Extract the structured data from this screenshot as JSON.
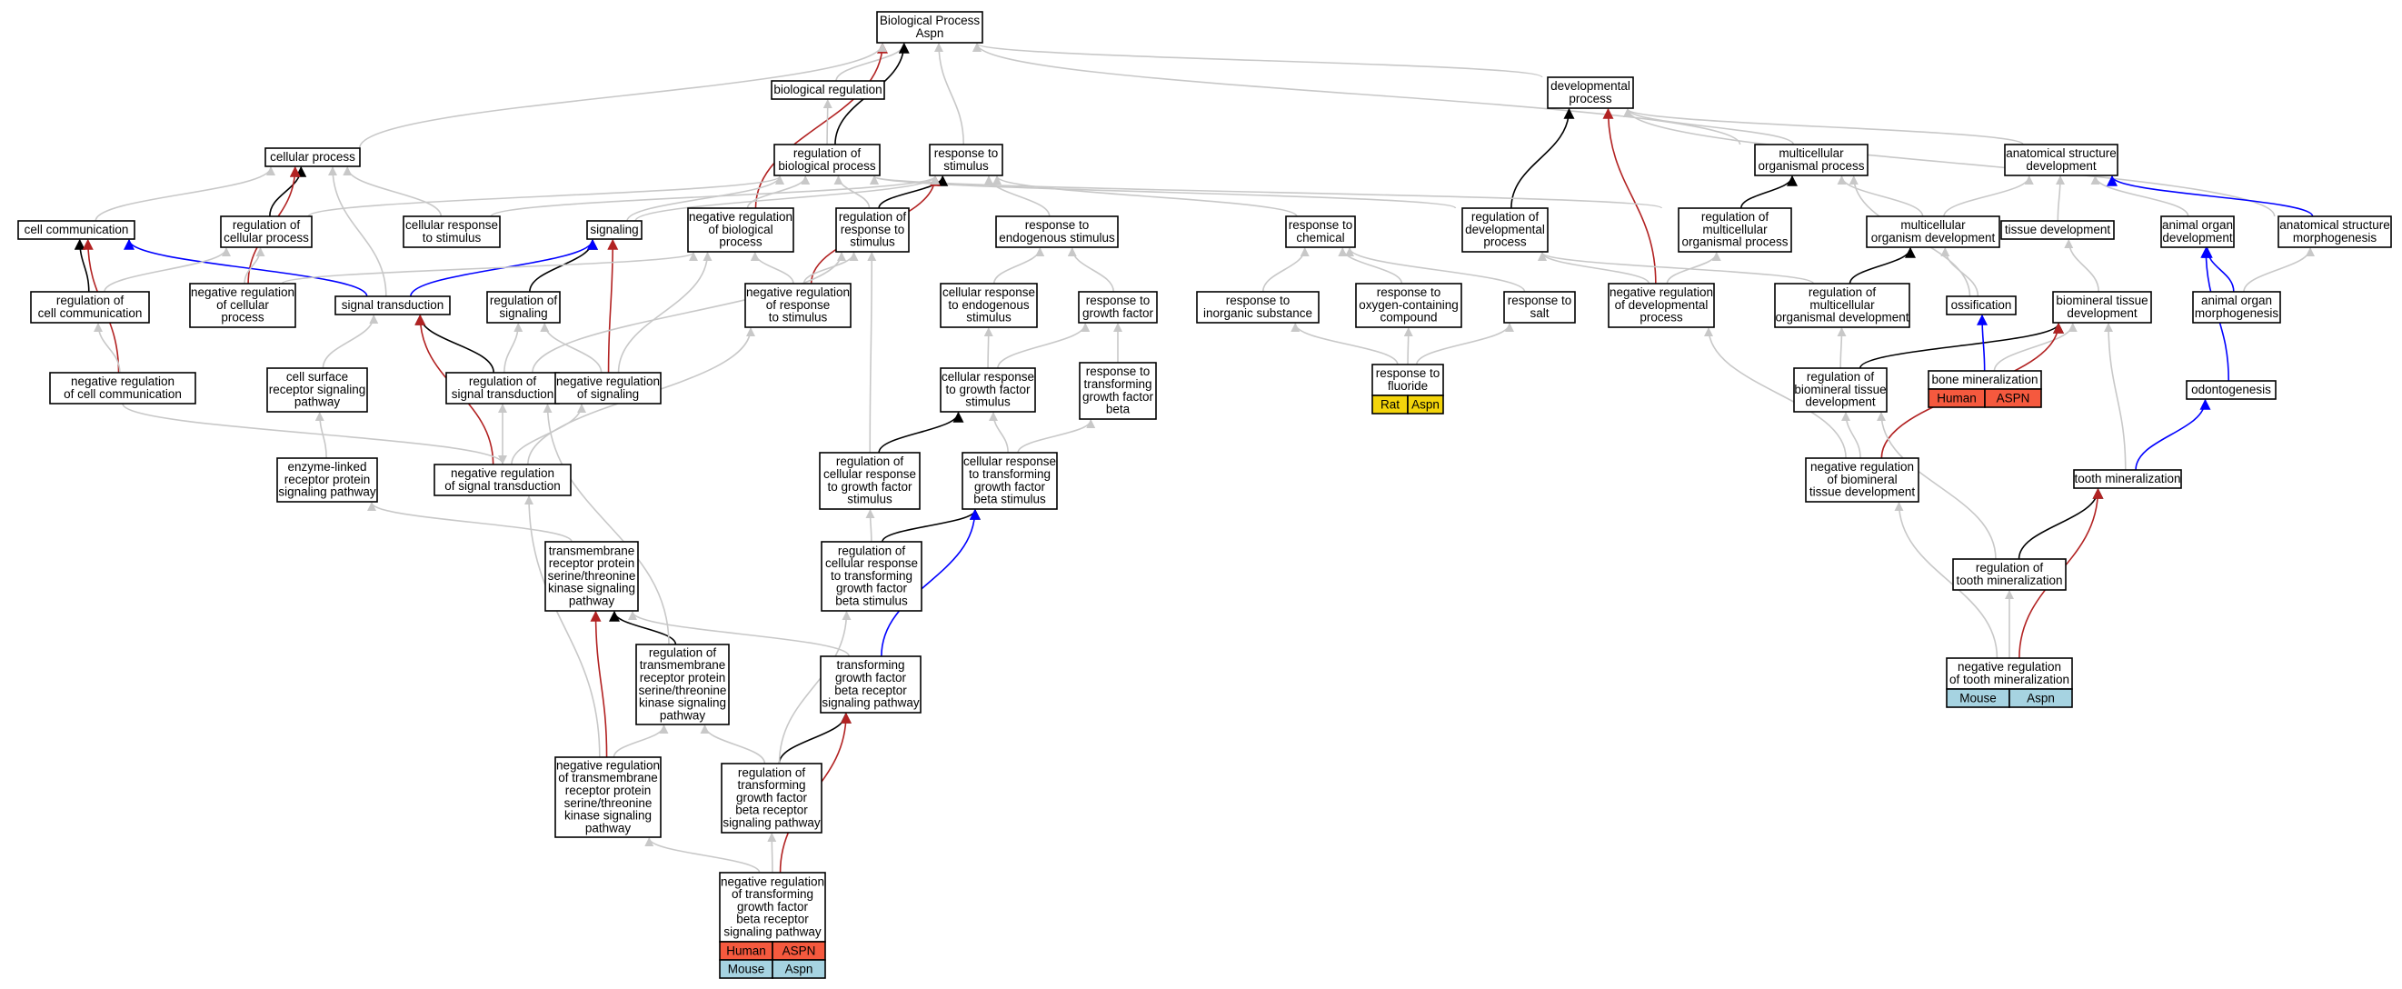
{
  "colors": {
    "is_a": "#c8c8c8",
    "part_of": "#000000",
    "positively_regulates": "#0000ff",
    "negatively_regulates": "#b22222",
    "human": "#f5593e",
    "mouse": "#a6d3e1",
    "rat": "#f3d40b"
  },
  "nodes": [
    {
      "id": "bp",
      "lines": [
        "Biological Process",
        "Aspn"
      ]
    },
    {
      "id": "bioreg",
      "lines": [
        "biological regulation"
      ]
    },
    {
      "id": "devproc",
      "lines": [
        "developmental",
        "process"
      ]
    },
    {
      "id": "cellproc",
      "lines": [
        "cellular process"
      ]
    },
    {
      "id": "regbp",
      "lines": [
        "regulation of",
        "biological process"
      ]
    },
    {
      "id": "resp",
      "lines": [
        "response to",
        "stimulus"
      ]
    },
    {
      "id": "multiorg",
      "lines": [
        "multicellular",
        "organismal process"
      ]
    },
    {
      "id": "anatdev",
      "lines": [
        "anatomical structure",
        "development"
      ]
    },
    {
      "id": "cellcomm",
      "lines": [
        "cell communication"
      ]
    },
    {
      "id": "regcellproc",
      "lines": [
        "regulation of",
        "cellular process"
      ]
    },
    {
      "id": "cellresp",
      "lines": [
        "cellular response",
        "to stimulus"
      ]
    },
    {
      "id": "signaling",
      "lines": [
        "signaling"
      ]
    },
    {
      "id": "negregbp",
      "lines": [
        "negative regulation",
        "of biological",
        "process"
      ]
    },
    {
      "id": "regresp",
      "lines": [
        "regulation of",
        "response to",
        "stimulus"
      ]
    },
    {
      "id": "respendo",
      "lines": [
        "response to",
        "endogenous stimulus"
      ]
    },
    {
      "id": "respchem",
      "lines": [
        "response to",
        "chemical"
      ]
    },
    {
      "id": "regdev",
      "lines": [
        "regulation of",
        "developmental",
        "process"
      ]
    },
    {
      "id": "regmulti",
      "lines": [
        "regulation of",
        "multicellular",
        "organismal process"
      ]
    },
    {
      "id": "multidev",
      "lines": [
        "multicellular",
        "organism development"
      ]
    },
    {
      "id": "tissuedev",
      "lines": [
        "tissue development"
      ]
    },
    {
      "id": "animorgdev",
      "lines": [
        "animal organ",
        "development"
      ]
    },
    {
      "id": "anatmorph",
      "lines": [
        "anatomical structure",
        "morphogenesis"
      ]
    },
    {
      "id": "regcellcomm",
      "lines": [
        "regulation of",
        "cell communication"
      ]
    },
    {
      "id": "negregcellproc",
      "lines": [
        "negative regulation",
        "of cellular",
        "process"
      ]
    },
    {
      "id": "sigtrans",
      "lines": [
        "signal transduction"
      ]
    },
    {
      "id": "regsig",
      "lines": [
        "regulation of",
        "signaling"
      ]
    },
    {
      "id": "negregresp",
      "lines": [
        "negative regulation",
        "of response",
        "to stimulus"
      ]
    },
    {
      "id": "cellrespendo",
      "lines": [
        "cellular response",
        "to endogenous",
        "stimulus"
      ]
    },
    {
      "id": "respgf",
      "lines": [
        "response to",
        "growth factor"
      ]
    },
    {
      "id": "respinorg",
      "lines": [
        "response to",
        "inorganic substance"
      ]
    },
    {
      "id": "respoxy",
      "lines": [
        "response to",
        "oxygen-containing",
        "compound"
      ]
    },
    {
      "id": "respsalt",
      "lines": [
        "response to",
        "salt"
      ]
    },
    {
      "id": "negregdev",
      "lines": [
        "negative regulation",
        "of developmental",
        "process"
      ]
    },
    {
      "id": "regmultidev",
      "lines": [
        "regulation of",
        "multicellular",
        "organismal development"
      ]
    },
    {
      "id": "ossif",
      "lines": [
        "ossification"
      ]
    },
    {
      "id": "biomindev",
      "lines": [
        "biomineral tissue",
        "development"
      ]
    },
    {
      "id": "animorgmorph",
      "lines": [
        "animal organ",
        "morphogenesis"
      ]
    },
    {
      "id": "negregcellcomm",
      "lines": [
        "negative regulation",
        "of cell communication"
      ]
    },
    {
      "id": "csrsp",
      "lines": [
        "cell surface",
        "receptor signaling",
        "pathway"
      ]
    },
    {
      "id": "regsigtrans",
      "lines": [
        "regulation of",
        "signal transduction"
      ]
    },
    {
      "id": "negregsig",
      "lines": [
        "negative regulation",
        "of signaling"
      ]
    },
    {
      "id": "cellrespgf",
      "lines": [
        "cellular response",
        "to growth factor",
        "stimulus"
      ]
    },
    {
      "id": "resptgfb",
      "lines": [
        "response to",
        "transforming",
        "growth factor",
        "beta"
      ]
    },
    {
      "id": "respfluor",
      "lines": [
        "response to",
        "fluoride"
      ],
      "badges": [
        [
          "Rat",
          "Aspn"
        ]
      ],
      "badge_colors": [
        "rat"
      ]
    },
    {
      "id": "regbiomin",
      "lines": [
        "regulation of",
        "biomineral tissue",
        "development"
      ]
    },
    {
      "id": "bonemin",
      "lines": [
        "bone mineralization"
      ],
      "badges": [
        [
          "Human",
          "ASPN"
        ]
      ],
      "badge_colors": [
        "human"
      ]
    },
    {
      "id": "odonto",
      "lines": [
        "odontogenesis"
      ]
    },
    {
      "id": "enzlinked",
      "lines": [
        "enzyme-linked",
        "receptor protein",
        "signaling pathway"
      ]
    },
    {
      "id": "negregsigtrans",
      "lines": [
        "negative regulation",
        "of signal transduction"
      ]
    },
    {
      "id": "regcellrespgf",
      "lines": [
        "regulation of",
        "cellular response",
        "to growth factor",
        "stimulus"
      ]
    },
    {
      "id": "cellresptgfb",
      "lines": [
        "cellular response",
        "to transforming",
        "growth factor",
        "beta stimulus"
      ]
    },
    {
      "id": "negregbiomin",
      "lines": [
        "negative regulation",
        "of biomineral",
        "tissue development"
      ]
    },
    {
      "id": "toothmin",
      "lines": [
        "tooth mineralization"
      ]
    },
    {
      "id": "tmrp",
      "lines": [
        "transmembrane",
        "receptor protein",
        "serine/threonine",
        "kinase signaling",
        "pathway"
      ]
    },
    {
      "id": "regcellresptgfb",
      "lines": [
        "regulation of",
        "cellular response",
        "to transforming",
        "growth factor",
        "beta stimulus"
      ]
    },
    {
      "id": "regtoothmin",
      "lines": [
        "regulation of",
        "tooth mineralization"
      ]
    },
    {
      "id": "regtmrp",
      "lines": [
        "regulation of",
        "transmembrane",
        "receptor protein",
        "serine/threonine",
        "kinase signaling",
        "pathway"
      ]
    },
    {
      "id": "tgfbrsp",
      "lines": [
        "transforming",
        "growth factor",
        "beta receptor",
        "signaling pathway"
      ]
    },
    {
      "id": "negregtoothmin",
      "lines": [
        "negative regulation",
        "of tooth mineralization"
      ],
      "badges": [
        [
          "Mouse",
          "Aspn"
        ]
      ],
      "badge_colors": [
        "mouse"
      ]
    },
    {
      "id": "negregtmrp",
      "lines": [
        "negative regulation",
        "of transmembrane",
        "receptor protein",
        "serine/threonine",
        "kinase signaling",
        "pathway"
      ]
    },
    {
      "id": "regtgfbrsp",
      "lines": [
        "regulation of",
        "transforming",
        "growth factor",
        "beta receptor",
        "signaling pathway"
      ]
    },
    {
      "id": "negregtgfbrsp",
      "lines": [
        "negative regulation",
        "of transforming",
        "growth factor",
        "beta receptor",
        "signaling pathway"
      ],
      "badges": [
        [
          "Human",
          "ASPN"
        ],
        [
          "Mouse",
          "Aspn"
        ]
      ],
      "badge_colors": [
        "human",
        "mouse"
      ]
    }
  ],
  "edges": [
    [
      "bioreg",
      "bp",
      "is_a"
    ],
    [
      "regbp",
      "bp",
      "part_of"
    ],
    [
      "negregbp",
      "bp",
      "negatively_regulates"
    ],
    [
      "resp",
      "bp",
      "is_a"
    ],
    [
      "devproc",
      "bp",
      "is_a"
    ],
    [
      "cellproc",
      "bp",
      "is_a"
    ],
    [
      "multiorg",
      "bp",
      "is_a"
    ],
    [
      "regbp",
      "bioreg",
      "is_a"
    ],
    [
      "multiorg",
      "devproc",
      "is_a"
    ],
    [
      "anatdev",
      "devproc",
      "is_a"
    ],
    [
      "anatmorph",
      "devproc",
      "is_a"
    ],
    [
      "regdev",
      "devproc",
      "part_of"
    ],
    [
      "negregdev",
      "devproc",
      "negatively_regulates"
    ],
    [
      "cellcomm",
      "cellproc",
      "is_a"
    ],
    [
      "regcellproc",
      "cellproc",
      "part_of"
    ],
    [
      "negregcellproc",
      "cellproc",
      "negatively_regulates"
    ],
    [
      "cellresp",
      "cellproc",
      "is_a"
    ],
    [
      "sigtrans",
      "cellproc",
      "is_a"
    ],
    [
      "regcellproc",
      "regbp",
      "is_a"
    ],
    [
      "negregbp",
      "regbp",
      "is_a"
    ],
    [
      "regresp",
      "regbp",
      "is_a"
    ],
    [
      "signaling",
      "regbp",
      "is_a"
    ],
    [
      "regmulti",
      "regbp",
      "is_a"
    ],
    [
      "regdev",
      "regbp",
      "is_a"
    ],
    [
      "regresp",
      "resp",
      "part_of"
    ],
    [
      "negregresp",
      "resp",
      "negatively_regulates"
    ],
    [
      "cellresp",
      "resp",
      "is_a"
    ],
    [
      "respendo",
      "resp",
      "is_a"
    ],
    [
      "respchem",
      "resp",
      "is_a"
    ],
    [
      "signaling",
      "resp",
      "is_a"
    ],
    [
      "regmulti",
      "multiorg",
      "part_of"
    ],
    [
      "multidev",
      "multiorg",
      "is_a"
    ],
    [
      "ossif",
      "multiorg",
      "is_a"
    ],
    [
      "multidev",
      "anatdev",
      "is_a"
    ],
    [
      "tissuedev",
      "anatdev",
      "is_a"
    ],
    [
      "animorgdev",
      "anatdev",
      "is_a"
    ],
    [
      "anatmorph",
      "anatdev",
      "positively_regulates"
    ],
    [
      "regcellcomm",
      "cellcomm",
      "part_of"
    ],
    [
      "negregcellcomm",
      "cellcomm",
      "negatively_regulates"
    ],
    [
      "sigtrans",
      "cellcomm",
      "positively_regulates"
    ],
    [
      "negregcellproc",
      "regcellproc",
      "is_a"
    ],
    [
      "regcellcomm",
      "regcellproc",
      "is_a"
    ],
    [
      "regsig",
      "signaling",
      "part_of"
    ],
    [
      "negregsig",
      "signaling",
      "negatively_regulates"
    ],
    [
      "sigtrans",
      "signaling",
      "positively_regulates"
    ],
    [
      "negregcellproc",
      "negregbp",
      "is_a"
    ],
    [
      "negregresp",
      "negregbp",
      "is_a"
    ],
    [
      "negregsig",
      "negregbp",
      "is_a"
    ],
    [
      "negregresp",
      "regresp",
      "is_a"
    ],
    [
      "regsigtrans",
      "regresp",
      "is_a"
    ],
    [
      "regcellrespgf",
      "regresp",
      "is_a"
    ],
    [
      "cellrespendo",
      "respendo",
      "is_a"
    ],
    [
      "respgf",
      "respendo",
      "is_a"
    ],
    [
      "respinorg",
      "respchem",
      "is_a"
    ],
    [
      "respoxy",
      "respchem",
      "is_a"
    ],
    [
      "respsalt",
      "respchem",
      "is_a"
    ],
    [
      "negregdev",
      "regdev",
      "is_a"
    ],
    [
      "regmultidev",
      "regdev",
      "is_a"
    ],
    [
      "negregdev",
      "regmulti",
      "is_a"
    ],
    [
      "regmultidev",
      "multidev",
      "part_of"
    ],
    [
      "ossif",
      "multidev",
      "is_a"
    ],
    [
      "biomindev",
      "tissuedev",
      "is_a"
    ],
    [
      "animorgmorph",
      "animorgdev",
      "positively_regulates"
    ],
    [
      "animorgmorph",
      "anatmorph",
      "is_a"
    ],
    [
      "odonto",
      "animorgdev",
      "positively_regulates"
    ],
    [
      "negregcellcomm",
      "regcellcomm",
      "is_a"
    ],
    [
      "regsigtrans",
      "sigtrans",
      "part_of"
    ],
    [
      "negregsigtrans",
      "sigtrans",
      "negatively_regulates"
    ],
    [
      "csrsp",
      "sigtrans",
      "is_a"
    ],
    [
      "regsigtrans",
      "regsig",
      "is_a"
    ],
    [
      "negregsig",
      "regsig",
      "is_a"
    ],
    [
      "negregsigtrans",
      "negregresp",
      "is_a"
    ],
    [
      "cellrespgf",
      "cellrespendo",
      "is_a"
    ],
    [
      "cellrespgf",
      "respgf",
      "is_a"
    ],
    [
      "resptgfb",
      "respgf",
      "is_a"
    ],
    [
      "respfluor",
      "respinorg",
      "is_a"
    ],
    [
      "respfluor",
      "respoxy",
      "is_a"
    ],
    [
      "respfluor",
      "respsalt",
      "is_a"
    ],
    [
      "regbiomin",
      "biomindev",
      "part_of"
    ],
    [
      "regbiomin",
      "regmultidev",
      "is_a"
    ],
    [
      "bonemin",
      "ossif",
      "positively_regulates"
    ],
    [
      "bonemin",
      "biomindev",
      "is_a"
    ],
    [
      "negregbiomin",
      "biomindev",
      "negatively_regulates"
    ],
    [
      "negregbiomin",
      "negregdev",
      "is_a"
    ],
    [
      "toothmin",
      "biomindev",
      "is_a"
    ],
    [
      "toothmin",
      "odonto",
      "positively_regulates"
    ],
    [
      "negregcellcomm",
      "negregsigtrans",
      "is_a"
    ],
    [
      "enzlinked",
      "csrsp",
      "is_a"
    ],
    [
      "negregsigtrans",
      "regsigtrans",
      "is_a"
    ],
    [
      "negregsigtrans",
      "negregsig",
      "is_a"
    ],
    [
      "regcellrespgf",
      "cellrespgf",
      "part_of"
    ],
    [
      "cellresptgfb",
      "cellrespgf",
      "is_a"
    ],
    [
      "cellresptgfb",
      "resptgfb",
      "is_a"
    ],
    [
      "negregbiomin",
      "regbiomin",
      "is_a"
    ],
    [
      "regtoothmin",
      "toothmin",
      "part_of"
    ],
    [
      "regtoothmin",
      "regbiomin",
      "is_a"
    ],
    [
      "tmrp",
      "enzlinked",
      "is_a"
    ],
    [
      "regcellresptgfb",
      "regcellrespgf",
      "is_a"
    ],
    [
      "regcellresptgfb",
      "cellresptgfb",
      "part_of"
    ],
    [
      "regtmrp",
      "tmrp",
      "part_of"
    ],
    [
      "regtmrp",
      "regsigtrans",
      "is_a"
    ],
    [
      "tgfbrsp",
      "tmrp",
      "is_a"
    ],
    [
      "tgfbrsp",
      "cellresptgfb",
      "positively_regulates"
    ],
    [
      "negregtoothmin",
      "regtoothmin",
      "is_a"
    ],
    [
      "negregtoothmin",
      "toothmin",
      "negatively_regulates"
    ],
    [
      "negregtoothmin",
      "negregbiomin",
      "is_a"
    ],
    [
      "negregtmrp",
      "tmrp",
      "negatively_regulates"
    ],
    [
      "negregtmrp",
      "regtmrp",
      "is_a"
    ],
    [
      "negregtmrp",
      "negregsigtrans",
      "is_a"
    ],
    [
      "regtgfbrsp",
      "tgfbrsp",
      "part_of"
    ],
    [
      "regtgfbrsp",
      "regtmrp",
      "is_a"
    ],
    [
      "regtgfbrsp",
      "regcellresptgfb",
      "is_a"
    ],
    [
      "negregtgfbrsp",
      "regtgfbrsp",
      "is_a"
    ],
    [
      "negregtgfbrsp",
      "negregtmrp",
      "is_a"
    ],
    [
      "negregtgfbrsp",
      "tgfbrsp",
      "negatively_regulates"
    ]
  ]
}
